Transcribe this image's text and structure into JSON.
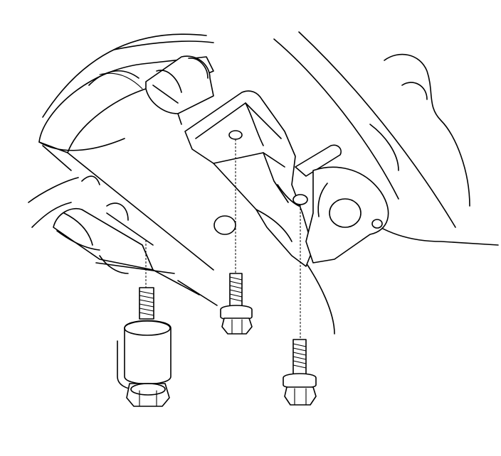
{
  "diagram": {
    "type": "exploded-view line drawing",
    "parts": {
      "starter_motor": "starter-motor",
      "mounting_bracket": "mounting-bracket",
      "spacer_stud": "spacer-stud",
      "bolt_center": "bolt-center",
      "bolt_right": "bolt-right"
    },
    "colors": {
      "line": "#000000",
      "background": "#ffffff"
    }
  }
}
